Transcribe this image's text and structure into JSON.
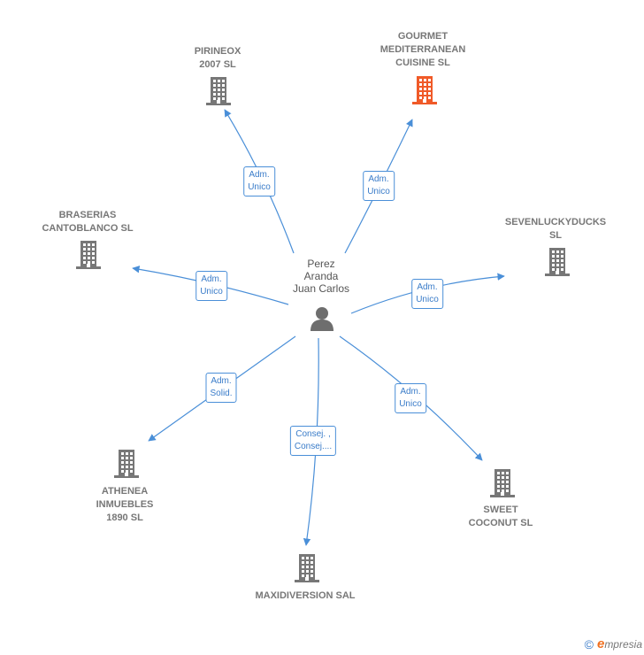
{
  "person": {
    "name_lines": [
      "Perez",
      "Aranda",
      "Juan Carlos"
    ]
  },
  "companies": [
    {
      "id": "pirineox",
      "lines": [
        "PIRINEOX",
        "2007 SL"
      ],
      "color": "#777777"
    },
    {
      "id": "gourmet",
      "lines": [
        "GOURMET",
        "MEDITERRANEAN",
        "CUISINE  SL"
      ],
      "color": "#f05a28"
    },
    {
      "id": "braserias",
      "lines": [
        "BRASERIAS",
        "CANTOBLANCO SL"
      ],
      "color": "#777777"
    },
    {
      "id": "sevenlucky",
      "lines": [
        "SEVENLUCKYDUCKS",
        "SL"
      ],
      "color": "#777777"
    },
    {
      "id": "athenea",
      "lines": [
        "ATHENEA",
        "INMUEBLES",
        "1890 SL"
      ],
      "color": "#777777"
    },
    {
      "id": "maxidiversion",
      "lines": [
        "MAXIDIVERSION SAL"
      ],
      "color": "#777777"
    },
    {
      "id": "sweet",
      "lines": [
        "SWEET",
        "COCONUT SL"
      ],
      "color": "#777777"
    }
  ],
  "relations": [
    {
      "target": "pirineox",
      "label_lines": [
        "Adm.",
        "Unico"
      ]
    },
    {
      "target": "gourmet",
      "label_lines": [
        "Adm.",
        "Unico"
      ]
    },
    {
      "target": "braserias",
      "label_lines": [
        "Adm.",
        "Unico"
      ]
    },
    {
      "target": "sevenlucky",
      "label_lines": [
        "Adm.",
        "Unico"
      ]
    },
    {
      "target": "athenea",
      "label_lines": [
        "Adm.",
        "Solid."
      ]
    },
    {
      "target": "maxidiversion",
      "label_lines": [
        "Consej. ,",
        "Consej...."
      ]
    },
    {
      "target": "sweet",
      "label_lines": [
        "Adm.",
        "Unico"
      ]
    }
  ],
  "footer": {
    "copyright_symbol": "©",
    "brand_first": "e",
    "brand_rest": "mpresia"
  },
  "colors": {
    "edge": "#4a8fd8",
    "building": "#777777",
    "building_highlight": "#f05a28",
    "person": "#6e6e6e"
  }
}
